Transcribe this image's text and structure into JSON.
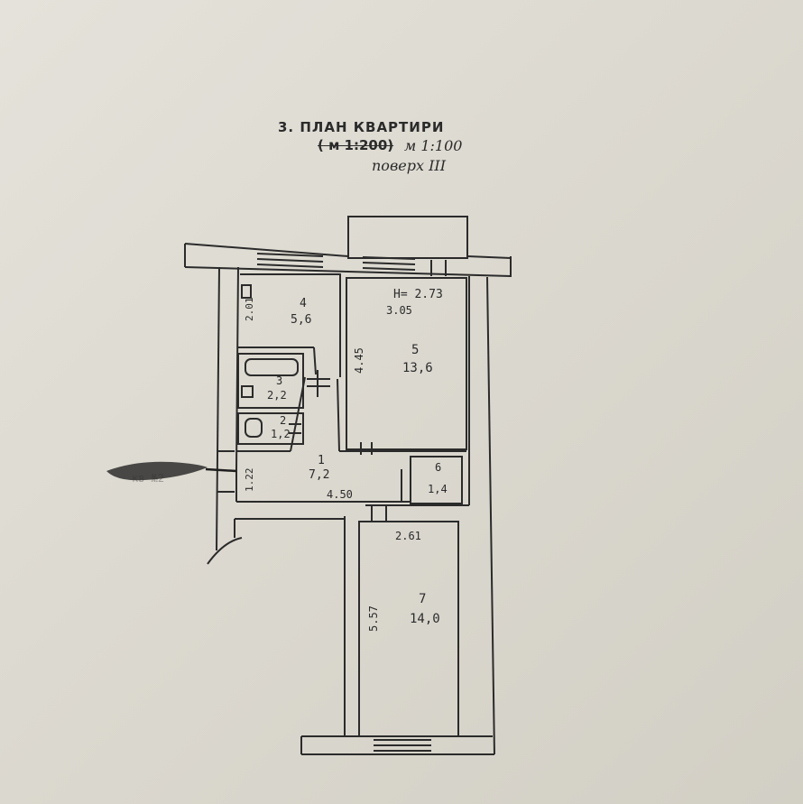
{
  "header": {
    "title": "3. ПЛАН КВАРТИРИ",
    "scale_old": "( м 1:200)",
    "scale_new": "м 1:100",
    "floor": "поверх III"
  },
  "rooms": [
    {
      "id": "1",
      "area": "7,2"
    },
    {
      "id": "2",
      "area": "1,2"
    },
    {
      "id": "3",
      "area": "2,2"
    },
    {
      "id": "4",
      "area": "5,6"
    },
    {
      "id": "5",
      "area": "13,6"
    },
    {
      "id": "6",
      "area": "1,4"
    },
    {
      "id": "7",
      "area": "14,0"
    }
  ],
  "dimensions": {
    "ceiling_height": "H= 2.73",
    "room5_width": "3.05",
    "room5_depth": "4.45",
    "room4_depth": "2.01",
    "hall_width": "1.22",
    "hall_length": "4.50",
    "room7_width": "2.61",
    "room7_depth": "5.57"
  },
  "annotations": {
    "entrance": "кв №2"
  },
  "colors": {
    "ink": "#2b2b2b",
    "paper": "#e2e0d8"
  }
}
